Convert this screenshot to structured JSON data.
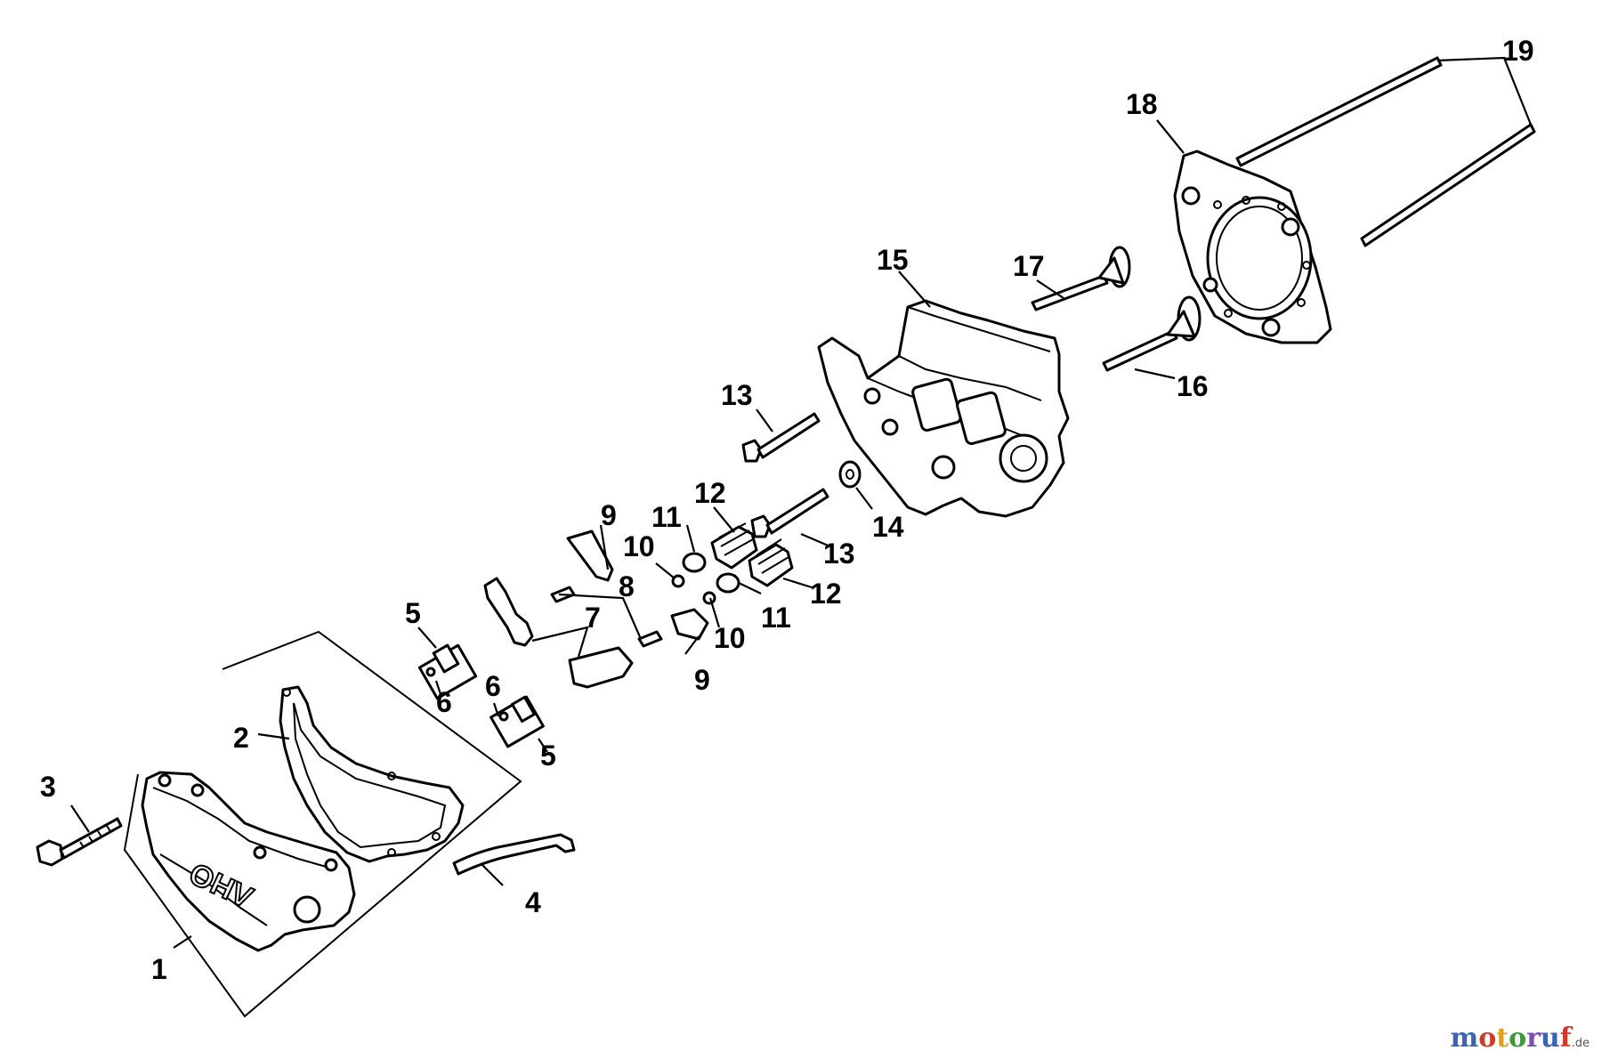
{
  "callouts": {
    "c1": "1",
    "c2": "2",
    "c3": "3",
    "c4": "4",
    "c5a": "5",
    "c5b": "5",
    "c6a": "6",
    "c6b": "6",
    "c7": "7",
    "c8": "8",
    "c9a": "9",
    "c9b": "9",
    "c10a": "10",
    "c10b": "10",
    "c11a": "11",
    "c11b": "11",
    "c12a": "12",
    "c12b": "12",
    "c13a": "13",
    "c13b": "13",
    "c14": "14",
    "c15": "15",
    "c16": "16",
    "c17": "17",
    "c18": "18",
    "c19": "19"
  },
  "embossed_text": "OHV",
  "watermark": {
    "brand": "motoruf",
    "tld": ".de",
    "colors": [
      "#3a64b4",
      "#d13a2a",
      "#e0a020",
      "#3a9a3a",
      "#7a4fb0"
    ]
  }
}
